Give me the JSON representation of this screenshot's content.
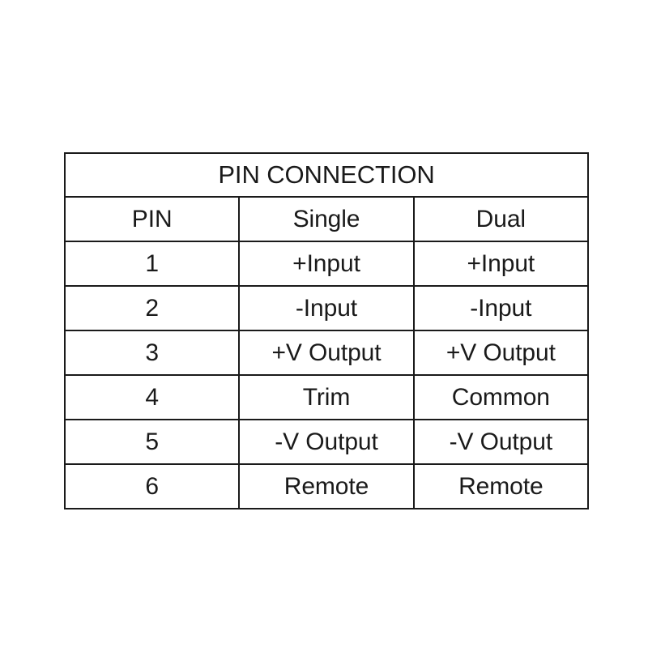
{
  "document": {
    "background_color": "#ffffff",
    "line_color": "#1a1a1a",
    "text_color": "#1a1a1a"
  },
  "table": {
    "title": "PIN CONNECTION",
    "columns": [
      "PIN",
      "Single",
      "Dual"
    ],
    "rows": [
      {
        "pin": "1",
        "single": "+Input",
        "dual": "+Input"
      },
      {
        "pin": "2",
        "single": "-Input",
        "dual": "-Input"
      },
      {
        "pin": "3",
        "single": "+V Output",
        "dual": "+V Output"
      },
      {
        "pin": "4",
        "single": "Trim",
        "dual": "Common"
      },
      {
        "pin": "5",
        "single": "-V Output",
        "dual": "-V Output"
      },
      {
        "pin": "6",
        "single": "Remote",
        "dual": "Remote"
      }
    ]
  }
}
